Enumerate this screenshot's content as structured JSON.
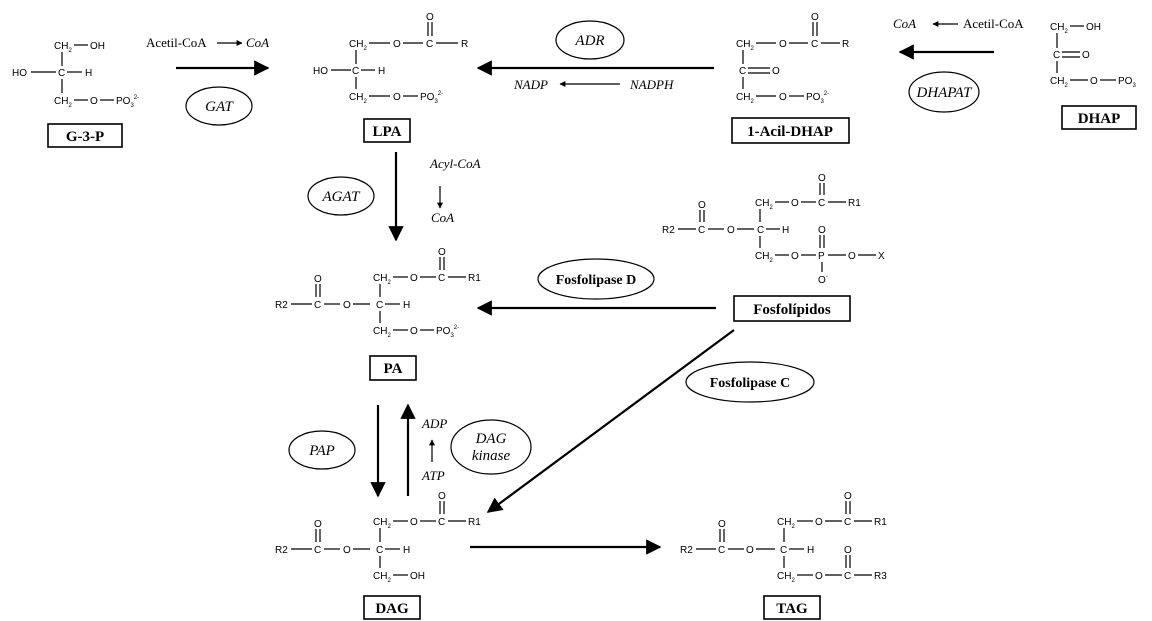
{
  "compounds": {
    "g3p": "G-3-P",
    "lpa": "LPA",
    "acil_dhap": "1-Acil-DHAP",
    "dhap": "DHAP",
    "pa": "PA",
    "fosfolipidos": "Fosfolípidos",
    "dag": "DAG",
    "tag": "TAG"
  },
  "enzymes": {
    "gat": "GAT",
    "adr": "ADR",
    "dhapat": "DHAPAT",
    "agat": "AGAT",
    "fosfolipase_d": "Fosfolipase D",
    "fosfolipase_c": "Fosfolipase C",
    "pap": "PAP",
    "dag_kinase_line1": "DAG",
    "dag_kinase_line2": "kinase"
  },
  "cofactors": {
    "acetil_coa_1": "Acetil-CoA",
    "coa_1": "CoA",
    "nadp": "NADP",
    "nadph": "NADPH",
    "coa_2": "CoA",
    "acetil_coa_2": "Acetil-CoA",
    "acyl_coa": "Acyl-CoA",
    "coa_3": "CoA",
    "adp": "ADP",
    "atp": "ATP"
  },
  "structures": {
    "g3p": {
      "c1": "CH",
      "c1_sub": "2",
      "oh": "OH",
      "ho": "HO",
      "c2": "C",
      "h": "H",
      "c3": "CH",
      "c3_sub": "2",
      "o": "O",
      "po3": "PO",
      "po3_sub": "3",
      "po3_sup": "2-"
    },
    "lpa": {
      "c1": "CH",
      "c1_sub": "2",
      "o": "O",
      "c": "C",
      "co": "O",
      "r": "R",
      "ho": "HO",
      "c2": "C",
      "h": "H",
      "c3": "CH",
      "c3_sub": "2",
      "o2": "O",
      "po3": "PO",
      "po3_sub": "3",
      "po3_sup": "2-"
    },
    "acil_dhap": {
      "c1": "CH",
      "c1_sub": "2",
      "o": "O",
      "c": "C",
      "co": "O",
      "r": "R",
      "c2": "C",
      "o_keto": "O",
      "c3": "CH",
      "c3_sub": "2",
      "o2": "O",
      "po3": "PO",
      "po3_sub": "3",
      "po3_sup": "2-"
    },
    "dhap": {
      "c1": "CH",
      "c1_sub": "2",
      "oh": "OH",
      "c2": "C",
      "o_keto": "O",
      "c3": "CH",
      "c3_sub": "2",
      "o2": "O",
      "po3": "PO",
      "po3_sub": "3"
    },
    "fosfolipido": {
      "r2": "R2",
      "c": "C",
      "co": "O",
      "o": "O",
      "c1": "CH",
      "c1_sub": "2",
      "o1": "O",
      "c1b": "C",
      "co1": "O",
      "r1": "R1",
      "c2": "C",
      "h": "H",
      "c3": "CH",
      "c3_sub": "2",
      "o3": "O",
      "p": "P",
      "po": "O",
      "pom": "O",
      "pom_sup": "-",
      "o4": "O",
      "x": "X"
    },
    "pa": {
      "r2": "R2",
      "c": "C",
      "co": "O",
      "o": "O",
      "c1": "CH",
      "c1_sub": "2",
      "o1": "O",
      "c1b": "C",
      "co1": "O",
      "r1": "R1",
      "c2": "C",
      "h": "H",
      "c3": "CH",
      "c3_sub": "2",
      "o3": "O",
      "po3": "PO",
      "po3_sub": "3",
      "po3_sup": "2-"
    },
    "dag": {
      "r2": "R2",
      "c": "C",
      "co": "O",
      "o": "O",
      "c1": "CH",
      "c1_sub": "2",
      "o1": "O",
      "c1b": "C",
      "co1": "O",
      "r1": "R1",
      "c2": "C",
      "h": "H",
      "c3": "CH",
      "c3_sub": "2",
      "oh": "OH"
    },
    "tag": {
      "r2": "R2",
      "c": "C",
      "co": "O",
      "o": "O",
      "c1": "CH",
      "c1_sub": "2",
      "o1": "O",
      "c1b": "C",
      "co1": "O",
      "r1": "R1",
      "c2": "C",
      "h": "H",
      "c3": "CH",
      "c3_sub": "2",
      "o3": "O",
      "c3b": "C",
      "co3": "O",
      "r3": "R3"
    }
  }
}
